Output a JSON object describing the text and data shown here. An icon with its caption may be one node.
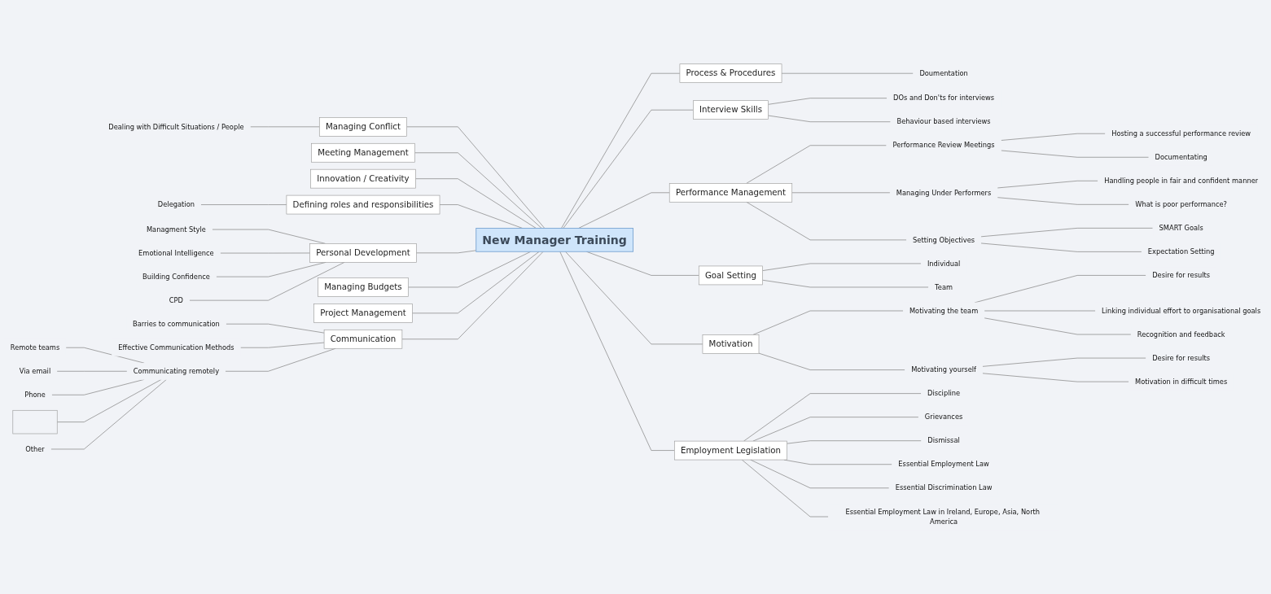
{
  "diagram": {
    "nodes": [
      {
        "text": [
          "New Manager Training"
        ]
      },
      {
        "text": [
          "Managing Conflict"
        ]
      },
      {
        "text": [
          "Dealing with Difficult Situations / People"
        ]
      },
      {
        "text": [
          "Meeting Management"
        ]
      },
      {
        "text": [
          "Innovation / Creativity"
        ]
      },
      {
        "text": [
          "Defining roles and responsibilities"
        ]
      },
      {
        "text": [
          "Delegation"
        ]
      },
      {
        "text": [
          "Personal Development"
        ]
      },
      {
        "text": [
          "Managment Style"
        ]
      },
      {
        "text": [
          "Emotional Intelligence"
        ]
      },
      {
        "text": [
          "Building Confidence"
        ]
      },
      {
        "text": [
          "CPD"
        ]
      },
      {
        "text": [
          "Managing Budgets"
        ]
      },
      {
        "text": [
          "Project Management"
        ]
      },
      {
        "text": [
          "Communication"
        ]
      },
      {
        "text": [
          "Barries to communication"
        ]
      },
      {
        "text": [
          "Effective Communication Methods"
        ]
      },
      {
        "text": [
          "Communicating remotely"
        ]
      },
      {
        "text": [
          "Remote teams"
        ]
      },
      {
        "text": [
          "Via email"
        ]
      },
      {
        "text": [
          "Phone"
        ]
      },
      {
        "text": [],
        "shape": "box"
      },
      {
        "text": [
          "Other"
        ]
      },
      {
        "text": [
          "Process & Procedures"
        ]
      },
      {
        "text": [
          "Doumentation"
        ]
      },
      {
        "text": [
          "Interview Skills"
        ]
      },
      {
        "text": [
          "DOs and Don'ts for interviews"
        ]
      },
      {
        "text": [
          "Behaviour based interviews"
        ]
      },
      {
        "text": [
          "Performance Management"
        ]
      },
      {
        "text": [
          "Performance Review Meetings"
        ]
      },
      {
        "text": [
          "Hosting a successful performance review"
        ]
      },
      {
        "text": [
          "Documentating"
        ]
      },
      {
        "text": [
          "Managing Under Performers"
        ]
      },
      {
        "text": [
          "Handling people in fair and confident manner"
        ]
      },
      {
        "text": [
          "What is poor performance?"
        ]
      },
      {
        "text": [
          "Setting Objectives"
        ]
      },
      {
        "text": [
          "SMART Goals"
        ]
      },
      {
        "text": [
          "Expectation Setting"
        ]
      },
      {
        "text": [
          "Goal Setting"
        ]
      },
      {
        "text": [
          "Individual"
        ]
      },
      {
        "text": [
          "Team"
        ]
      },
      {
        "text": [
          "Motivation"
        ]
      },
      {
        "text": [
          "Motivating the team"
        ]
      },
      {
        "text": [
          "Desire for results"
        ]
      },
      {
        "text": [
          "Linking individual effort to organisational goals"
        ]
      },
      {
        "text": [
          "Recognition and feedback"
        ]
      },
      {
        "text": [
          "Motivating yourself"
        ]
      },
      {
        "text": [
          "Desire for results"
        ]
      },
      {
        "text": [
          "Motivation in difficult times"
        ]
      },
      {
        "text": [
          "Employment Legislation"
        ]
      },
      {
        "text": [
          "Discipline"
        ]
      },
      {
        "text": [
          "Grievances"
        ]
      },
      {
        "text": [
          "Dismissal"
        ]
      },
      {
        "text": [
          "Essential Employment Law"
        ]
      },
      {
        "text": [
          "Essential Discrimination Law"
        ]
      },
      {
        "text": [
          "Essential Employment Law in Ireland, Europe, Asia, North America"
        ]
      }
    ],
    "edges": [
      {
        "from": 0,
        "to": 1,
        "arrow": "none"
      },
      {
        "from": 1,
        "to": 2,
        "arrow": "none"
      },
      {
        "from": 0,
        "to": 3,
        "arrow": "none"
      },
      {
        "from": 0,
        "to": 4,
        "arrow": "none"
      },
      {
        "from": 0,
        "to": 5,
        "arrow": "none"
      },
      {
        "from": 5,
        "to": 6,
        "arrow": "none"
      },
      {
        "from": 0,
        "to": 7,
        "arrow": "none"
      },
      {
        "from": 7,
        "to": 8,
        "arrow": "none"
      },
      {
        "from": 7,
        "to": 9,
        "arrow": "none"
      },
      {
        "from": 7,
        "to": 10,
        "arrow": "none"
      },
      {
        "from": 7,
        "to": 11,
        "arrow": "none"
      },
      {
        "from": 0,
        "to": 12,
        "arrow": "none"
      },
      {
        "from": 0,
        "to": 13,
        "arrow": "none"
      },
      {
        "from": 0,
        "to": 14,
        "arrow": "none"
      },
      {
        "from": 14,
        "to": 15,
        "arrow": "none"
      },
      {
        "from": 14,
        "to": 16,
        "arrow": "none"
      },
      {
        "from": 14,
        "to": 17,
        "arrow": "none"
      },
      {
        "from": 17,
        "to": 18,
        "arrow": "none"
      },
      {
        "from": 17,
        "to": 19,
        "arrow": "none"
      },
      {
        "from": 17,
        "to": 20,
        "arrow": "none"
      },
      {
        "from": 17,
        "to": 21,
        "arrow": "none"
      },
      {
        "from": 17,
        "to": 22,
        "arrow": "none"
      },
      {
        "from": 0,
        "to": 23,
        "arrow": "none"
      },
      {
        "from": 23,
        "to": 24,
        "arrow": "none"
      },
      {
        "from": 0,
        "to": 25,
        "arrow": "none"
      },
      {
        "from": 25,
        "to": 26,
        "arrow": "none"
      },
      {
        "from": 25,
        "to": 27,
        "arrow": "none"
      },
      {
        "from": 0,
        "to": 28,
        "arrow": "none"
      },
      {
        "from": 28,
        "to": 29,
        "arrow": "none"
      },
      {
        "from": 29,
        "to": 30,
        "arrow": "none"
      },
      {
        "from": 29,
        "to": 31,
        "arrow": "none"
      },
      {
        "from": 28,
        "to": 32,
        "arrow": "none"
      },
      {
        "from": 32,
        "to": 33,
        "arrow": "none"
      },
      {
        "from": 32,
        "to": 34,
        "arrow": "none"
      },
      {
        "from": 28,
        "to": 35,
        "arrow": "none"
      },
      {
        "from": 35,
        "to": 36,
        "arrow": "none"
      },
      {
        "from": 35,
        "to": 37,
        "arrow": "none"
      },
      {
        "from": 0,
        "to": 38,
        "arrow": "none"
      },
      {
        "from": 38,
        "to": 39,
        "arrow": "none"
      },
      {
        "from": 38,
        "to": 40,
        "arrow": "none"
      },
      {
        "from": 0,
        "to": 41,
        "arrow": "none"
      },
      {
        "from": 41,
        "to": 42,
        "arrow": "none"
      },
      {
        "from": 42,
        "to": 43,
        "arrow": "none"
      },
      {
        "from": 42,
        "to": 44,
        "arrow": "none"
      },
      {
        "from": 42,
        "to": 45,
        "arrow": "none"
      },
      {
        "from": 41,
        "to": 46,
        "arrow": "none"
      },
      {
        "from": 46,
        "to": 47,
        "arrow": "none"
      },
      {
        "from": 46,
        "to": 48,
        "arrow": "none"
      },
      {
        "from": 0,
        "to": 49,
        "arrow": "none"
      },
      {
        "from": 49,
        "to": 50,
        "arrow": "none"
      },
      {
        "from": 49,
        "to": 51,
        "arrow": "none"
      },
      {
        "from": 49,
        "to": 52,
        "arrow": "none"
      },
      {
        "from": 49,
        "to": 53,
        "arrow": "none"
      },
      {
        "from": 49,
        "to": 54,
        "arrow": "none"
      },
      {
        "from": 49,
        "to": 55,
        "arrow": "none"
      }
    ]
  }
}
